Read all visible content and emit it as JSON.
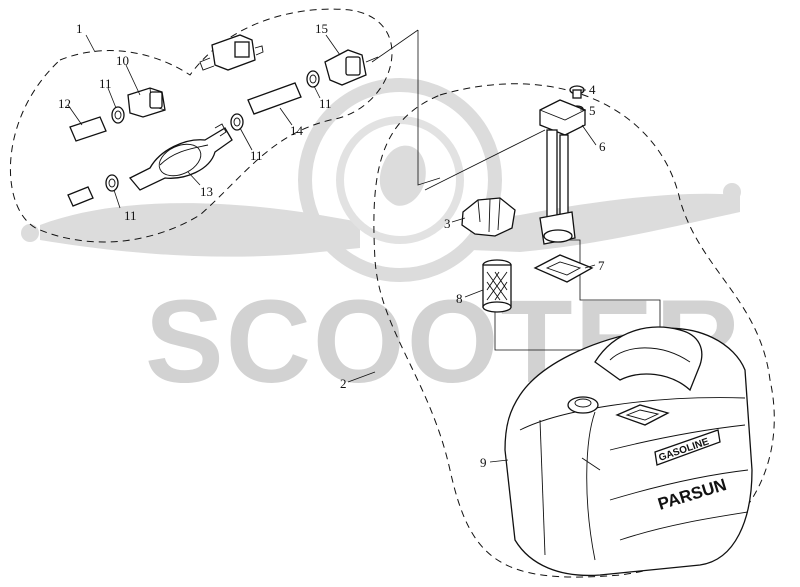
{
  "watermark": {
    "text": "SCOOTER"
  },
  "tank": {
    "label_top": "GASOLINE",
    "label_brand": "PARSUN"
  },
  "callouts": [
    {
      "id": "1",
      "text": "1"
    },
    {
      "id": "2",
      "text": "2"
    },
    {
      "id": "3",
      "text": "3"
    },
    {
      "id": "4",
      "text": "4"
    },
    {
      "id": "5",
      "text": "5"
    },
    {
      "id": "6",
      "text": "6"
    },
    {
      "id": "7",
      "text": "7"
    },
    {
      "id": "8",
      "text": "8"
    },
    {
      "id": "9",
      "text": "9"
    },
    {
      "id": "10",
      "text": "10"
    },
    {
      "id": "11a",
      "text": "11"
    },
    {
      "id": "11b",
      "text": "11"
    },
    {
      "id": "11c",
      "text": "11"
    },
    {
      "id": "11d",
      "text": "11"
    },
    {
      "id": "12",
      "text": "12"
    },
    {
      "id": "13",
      "text": "13"
    },
    {
      "id": "14",
      "text": "14"
    },
    {
      "id": "15",
      "text": "15"
    }
  ]
}
